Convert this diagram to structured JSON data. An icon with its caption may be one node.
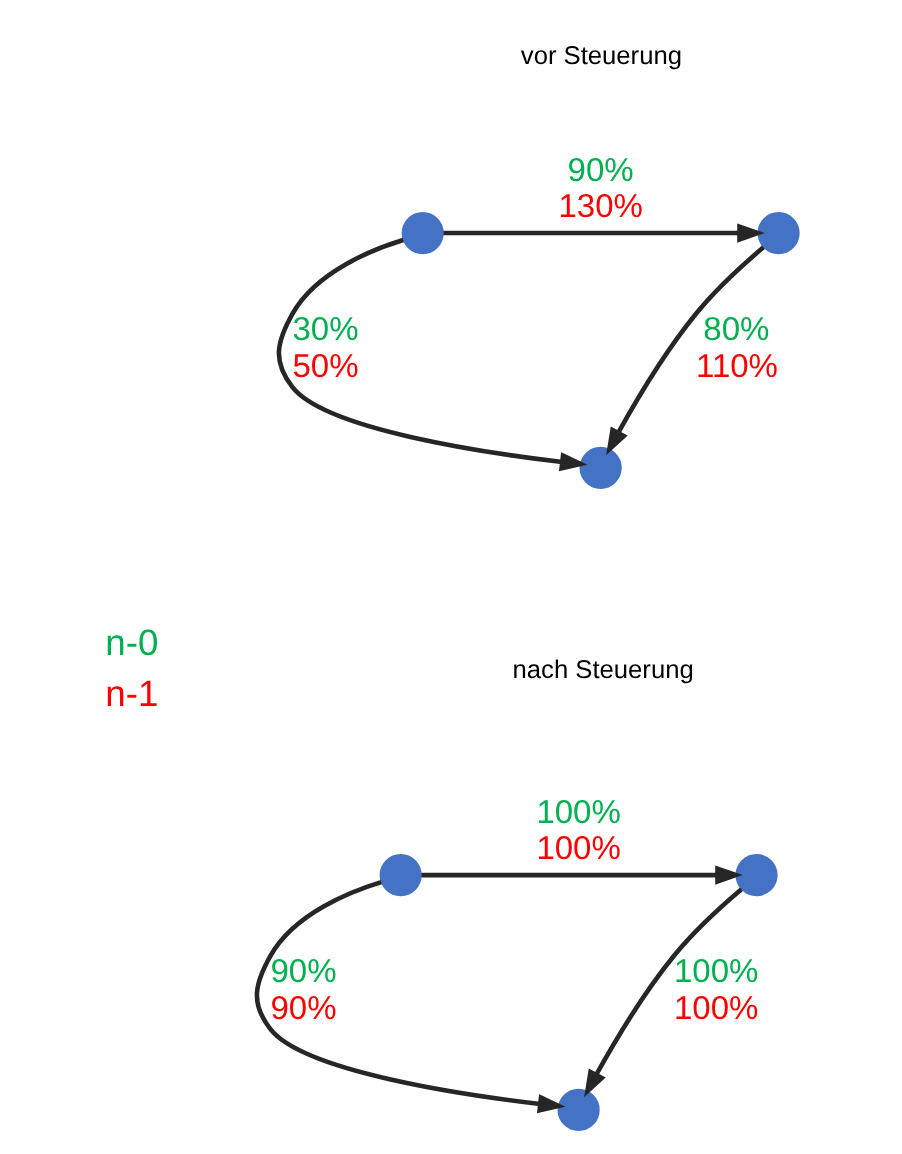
{
  "diagram": {
    "nodes": [
      {
        "text": [
          "vor Steuerung"
        ]
      },
      {
        "text": [],
        "shape": "circle"
      },
      {
        "text": [],
        "shape": "circle"
      },
      {
        "text": [],
        "shape": "circle"
      },
      {
        "text": [
          "nach Steuerung"
        ]
      },
      {
        "text": [],
        "shape": "circle"
      },
      {
        "text": [],
        "shape": "circle"
      },
      {
        "text": [],
        "shape": "circle"
      }
    ],
    "edges": [
      {
        "from": 1,
        "to": 2,
        "arrow": "to",
        "label": [
          "90%",
          "130%"
        ]
      },
      {
        "from": 1,
        "to": 3,
        "arrow": "to",
        "label": [
          "30%",
          "50%"
        ]
      },
      {
        "from": 2,
        "to": 3,
        "arrow": "to",
        "label": [
          "80%",
          "110%"
        ]
      },
      {
        "from": 5,
        "to": 6,
        "arrow": "to",
        "label": [
          "100%",
          "100%"
        ]
      },
      {
        "from": 5,
        "to": 7,
        "arrow": "to",
        "label": [
          "90%",
          "90%"
        ]
      },
      {
        "from": 6,
        "to": 7,
        "arrow": "to",
        "label": [
          "100%",
          "100%"
        ]
      }
    ],
    "legend": [
      {
        "text": "n-0",
        "color": "#00b050"
      },
      {
        "text": "n-1",
        "color": "#ff0000"
      }
    ]
  }
}
